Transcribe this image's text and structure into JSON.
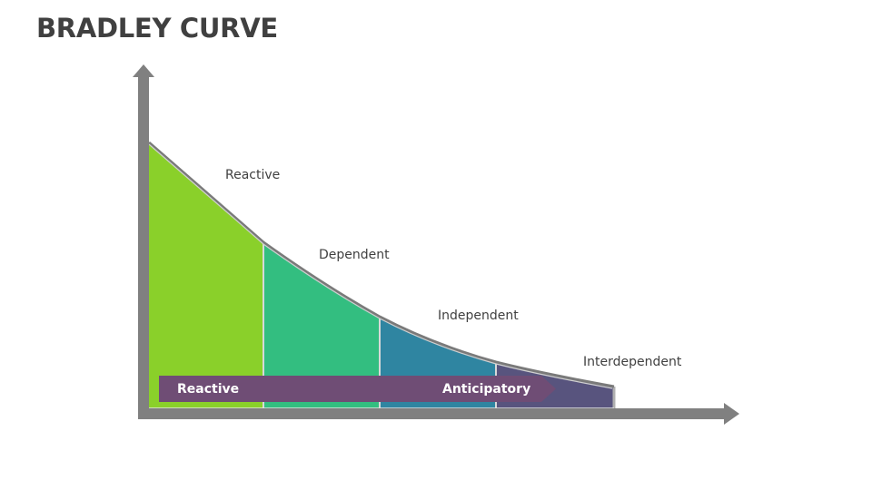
{
  "title": "BRADLEY CURVE",
  "stages": [
    {
      "label": "Reactive",
      "color": "#8ad02a"
    },
    {
      "label": "Dependent",
      "color": "#33be80"
    },
    {
      "label": "Independent",
      "color": "#2f85a1"
    },
    {
      "label": "Interdependent",
      "color": "#58547e"
    }
  ],
  "arrow_bar": {
    "start_label": "Reactive",
    "end_label": "Anticipatory",
    "color": "#6f4d75"
  },
  "colors": {
    "axis": "#808080",
    "curve_outline": "#8a8a8a",
    "title": "#404040"
  }
}
